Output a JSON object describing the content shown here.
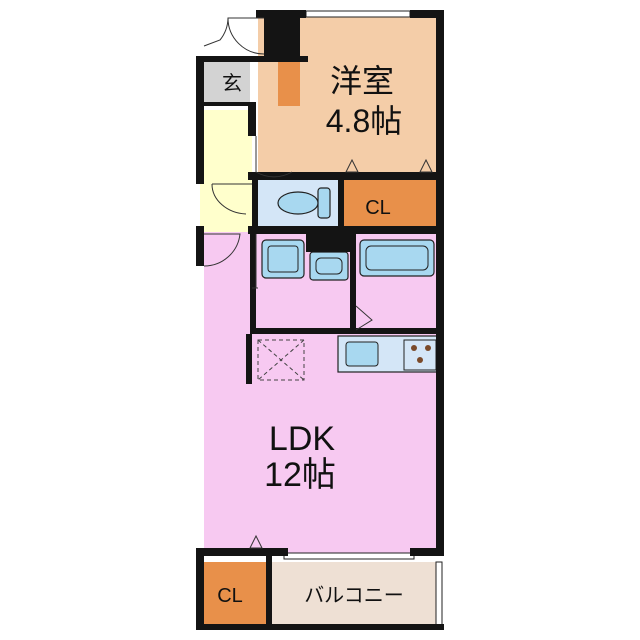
{
  "colors": {
    "bedroom": "#f4cda8",
    "ldk": "#f7c9f1",
    "water": "#d4e6f7",
    "closet": "#e8904a",
    "hall": "#ffffcc",
    "entrance": "#d3d3d3",
    "balcony": "#eee0d4",
    "wall": "#141414"
  },
  "rooms": {
    "bedroom": {
      "name": "洋室",
      "size": "4.8帖"
    },
    "ldk": {
      "name": "LDK",
      "size": "12帖"
    },
    "entrance": {
      "name": "玄"
    },
    "closet_upper": {
      "name": "CL"
    },
    "closet_lower": {
      "name": "CL"
    },
    "balcony": {
      "name": "バルコニー"
    }
  }
}
